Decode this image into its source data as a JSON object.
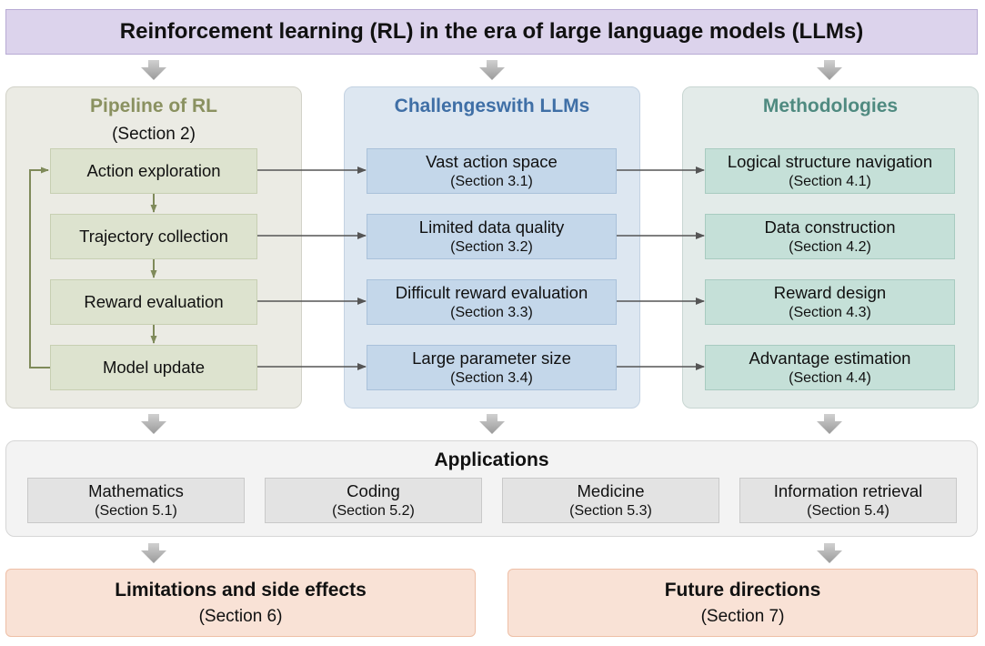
{
  "title": "Reinforcement learning (RL) in the era of large language models (LLMs)",
  "pipeline": {
    "title": "Pipeline of RL",
    "section": "(Section 2)",
    "steps": [
      "Action exploration",
      "Trajectory collection",
      "Reward evaluation",
      "Model update"
    ]
  },
  "challenges": {
    "title": "Challengeswith LLMs",
    "items": [
      {
        "label": "Vast action space",
        "section": "(Section 3.1)"
      },
      {
        "label": "Limited data quality",
        "section": "(Section 3.2)"
      },
      {
        "label": "Difficult reward evaluation",
        "section": "(Section 3.3)"
      },
      {
        "label": "Large parameter size",
        "section": "(Section 3.4)"
      }
    ]
  },
  "methodologies": {
    "title": "Methodologies",
    "items": [
      {
        "label": "Logical structure navigation",
        "section": "(Section 4.1)"
      },
      {
        "label": "Data construction",
        "section": "(Section 4.2)"
      },
      {
        "label": "Reward design",
        "section": "(Section 4.3)"
      },
      {
        "label": "Advantage estimation",
        "section": "(Section 4.4)"
      }
    ]
  },
  "applications": {
    "title": "Applications",
    "items": [
      {
        "label": "Mathematics",
        "section": "(Section 5.1)"
      },
      {
        "label": "Coding",
        "section": "(Section 5.2)"
      },
      {
        "label": "Medicine",
        "section": "(Section 5.3)"
      },
      {
        "label": "Information retrieval",
        "section": "(Section 5.4)"
      }
    ]
  },
  "limitations": {
    "title": "Limitations and side effects",
    "section": "(Section 6)"
  },
  "future": {
    "title": "Future directions",
    "section": "(Section 7)"
  },
  "colors": {
    "title_bg": "#dcd3ec",
    "pipeline_title": "#8a9160",
    "challenges_title": "#3f6fa6",
    "methodologies_title": "#4f8a80",
    "arrow_gray": "#a6a6a6",
    "connector_dark": "#555555",
    "pipeline_flow": "#7f8a5a"
  }
}
